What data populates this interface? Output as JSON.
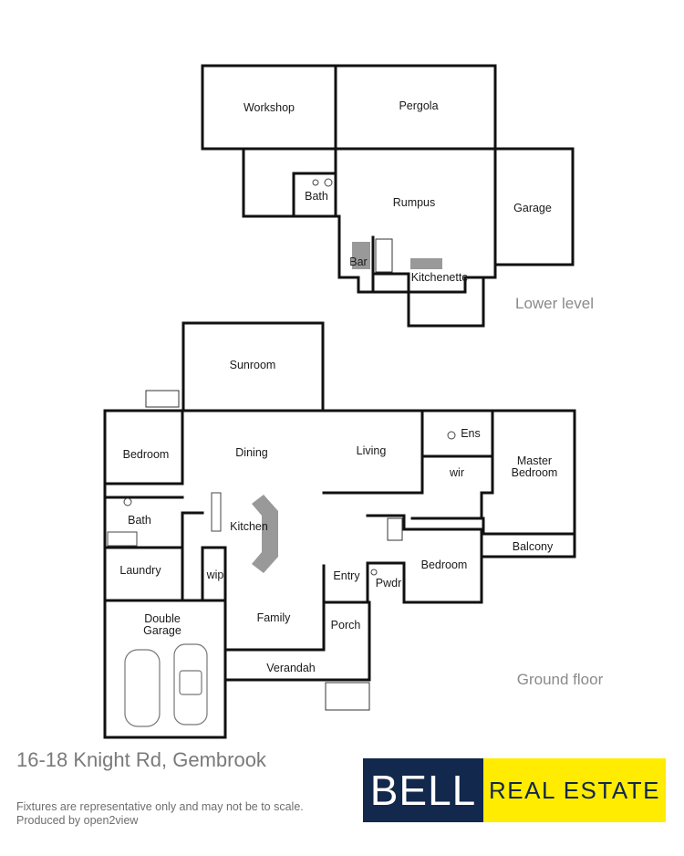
{
  "lower_level": {
    "label": "Lower level",
    "rooms": {
      "workshop": "Workshop",
      "pergola": "Pergola",
      "bath": "Bath",
      "rumpus": "Rumpus",
      "garage": "Garage",
      "bar": "Bar",
      "kitchenette": "Kitchenette"
    }
  },
  "ground_floor": {
    "label": "Ground floor",
    "rooms": {
      "sunroom": "Sunroom",
      "bedroom_west": "Bedroom",
      "dining": "Dining",
      "living": "Living",
      "ens": "Ens",
      "wir": "wir",
      "master_line1": "Master",
      "master_line2": "Bedroom",
      "bath": "Bath",
      "kitchen": "Kitchen",
      "laundry": "Laundry",
      "wip": "wip",
      "entry": "Entry",
      "pwdr": "Pwdr",
      "bedroom_east": "Bedroom",
      "balcony": "Balcony",
      "garage_line1": "Double",
      "garage_line2": "Garage",
      "family": "Family",
      "porch": "Porch",
      "verandah": "Verandah"
    }
  },
  "address": "16-18 Knight Rd, Gembrook",
  "disclaimer": {
    "line1": "Fixtures are representative only and may not be to scale.",
    "line2": "Produced by open2view"
  },
  "logo": {
    "word1": "BELL",
    "word2": "REAL ESTATE",
    "navy": "#12284c",
    "yellow": "#ffec00"
  }
}
